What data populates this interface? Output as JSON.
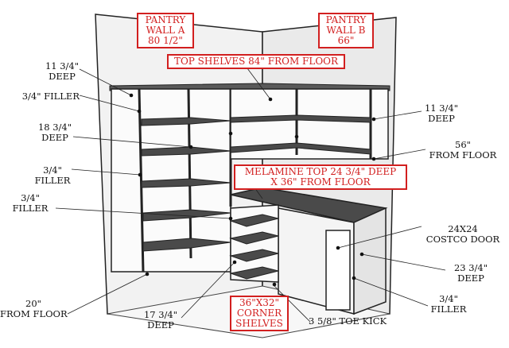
{
  "boxes": {
    "wall_a": "PANTRY\nWALL A\n80 1/2\"",
    "wall_b": "PANTRY\nWALL B\n66\"",
    "top_shelves": "TOP SHELVES 84\" FROM FLOOR",
    "melamine": "MELAMINE TOP 24 3/4\" DEEP\nX 36\" FROM FLOOR",
    "corner": "36\"X32\"\nCORNER\nSHELVES"
  },
  "labels": {
    "deep_11_left": "11 3/4\"\nDEEP",
    "filler_top_left": "3/4\" FILLER",
    "deep_18": "18 3/4\"\nDEEP",
    "filler_mid_left": "3/4\"\nFILLER",
    "filler_low_left": "3/4\"\nFILLER",
    "from_floor_20": "20\"\nFROM FLOOR",
    "deep_17": "17 3/4\"\nDEEP",
    "toe_kick": "3 5/8\" TOE KICK",
    "deep_11_right": "11 3/4\"\nDEEP",
    "from_floor_56": "56\"\nFROM FLOOR",
    "costco_door": "24X24\nCOSTCO DOOR",
    "deep_23": "23 3/4\"\nDEEP",
    "filler_right": "3/4\"\nFILLER"
  },
  "colors": {
    "box_border": "#d21f1f",
    "wall_fill": "#f0f0f0",
    "shelf_fill": "#4a4a4a",
    "line": "#222222"
  }
}
